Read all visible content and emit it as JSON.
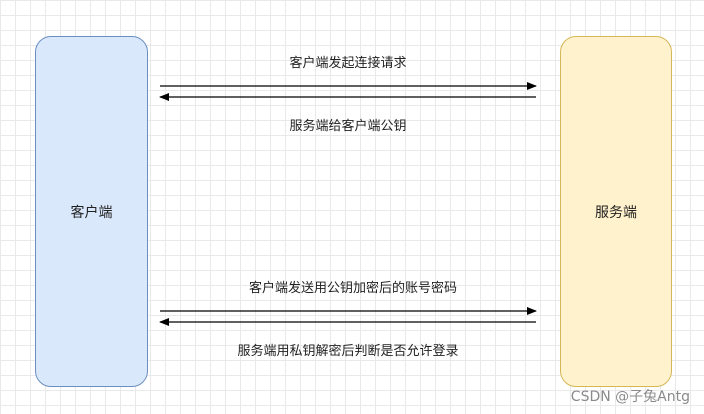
{
  "nodes": {
    "client": {
      "label": "客户端",
      "fill": "#dae8fc",
      "stroke": "#6c8ebf"
    },
    "server": {
      "label": "服务端",
      "fill": "#fff2cc",
      "stroke": "#d6b656"
    }
  },
  "messages": [
    {
      "text": "客户端发起连接请求",
      "direction": "client-to-server"
    },
    {
      "text": "服务端给客户端公钥",
      "direction": "server-to-client"
    },
    {
      "text": "客户端发送用公钥加密后的账号密码",
      "direction": "client-to-server"
    },
    {
      "text": "服务端用私钥解密后判断是否允许登录",
      "direction": "server-to-client"
    }
  ],
  "watermark": "CSDN @子兔Antg"
}
